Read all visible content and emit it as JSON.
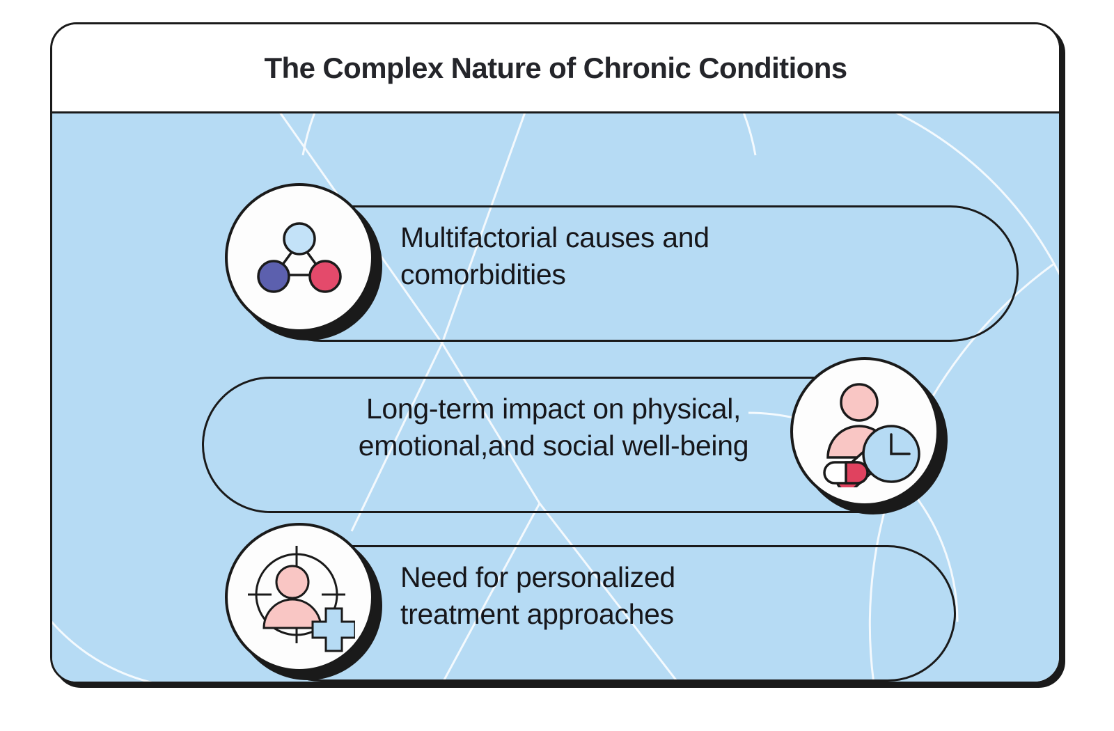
{
  "header": {
    "title": "The Complex Nature of Chronic Conditions"
  },
  "colors": {
    "body_background": "#b6dbf4",
    "card_background": "#ffffff",
    "outline": "#1a1a1a",
    "node_light_blue": "#bfe0f7",
    "node_purple": "#5c60ae",
    "node_red": "#e44a6b",
    "person_pink": "#f9c6c4",
    "clock_blue": "#b6dbf4",
    "pill_red": "#e0425f",
    "cross_blue": "#b6dbf4"
  },
  "rows": [
    {
      "id": "row1",
      "icon_name": "network-nodes-icon",
      "text": "Multifactorial causes and\ncomorbidities"
    },
    {
      "id": "row2",
      "icon_name": "patient-medication-clock-icon",
      "text": "Long-term impact on physical,\nemotional,and social well-being"
    },
    {
      "id": "row3",
      "icon_name": "target-patient-cross-icon",
      "text": "Need for personalized\ntreatment approaches"
    }
  ]
}
